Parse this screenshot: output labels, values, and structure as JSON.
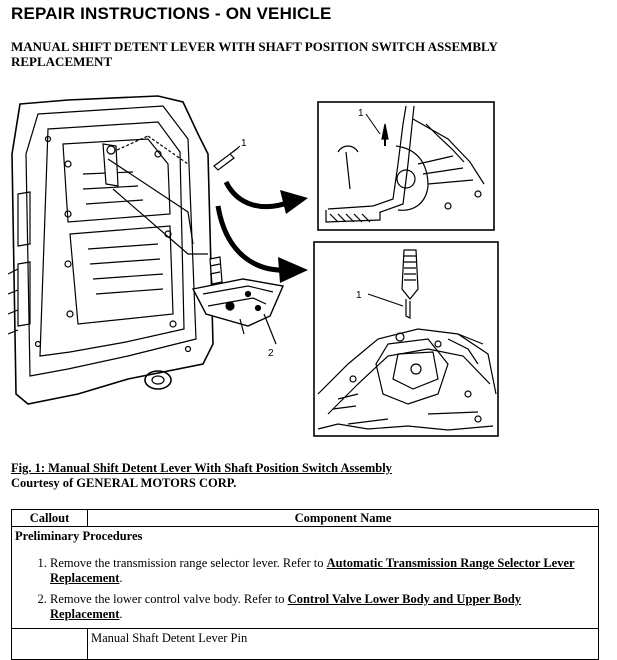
{
  "page": {
    "heading": "REPAIR INSTRUCTIONS - ON VEHICLE",
    "subheading": "MANUAL SHIFT DETENT LEVER WITH SHAFT POSITION SWITCH ASSEMBLY REPLACEMENT"
  },
  "figure": {
    "callouts": {
      "main_1": "1",
      "main_2": "2",
      "inset_top_1": "1",
      "inset_bottom_1": "1"
    },
    "caption_title": "Fig. 1: Manual Shift Detent Lever With Shaft Position Switch Assembly",
    "caption_credit": "Courtesy of GENERAL MOTORS CORP."
  },
  "table": {
    "col_callout": "Callout",
    "col_component": "Component Name",
    "section_title": "Preliminary Procedures",
    "steps": [
      {
        "text": "Remove the transmission range selector lever. Refer to ",
        "link": "Automatic Transmission Range Selector Lever Replacement",
        "end": "."
      },
      {
        "text": "Remove the lower control valve body. Refer to ",
        "link": "Control Valve Lower Body and Upper Body Replacement",
        "end": "."
      }
    ],
    "last_row_name": "Manual Shaft Detent Lever Pin"
  }
}
